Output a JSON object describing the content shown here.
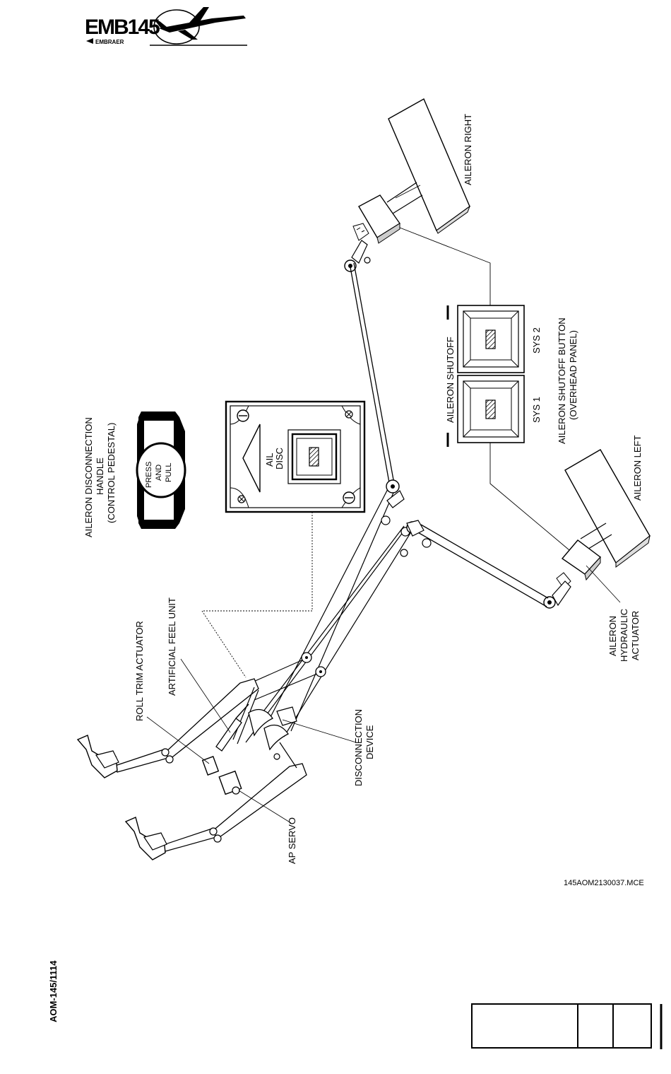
{
  "header": {
    "logo_text": "EMB145",
    "logo_sub": "EMBRAER"
  },
  "footer": {
    "doc_ref": "AOM-145/1114",
    "drawing_id": "145AOM2130037.MCE"
  },
  "labels": {
    "aileron_right": "AILERON  RIGHT",
    "aileron_left": "AILERON  LEFT",
    "hyd_actuator": [
      "AILERON",
      "HYDRAULIC",
      "ACTUATOR"
    ],
    "shutoff_button": [
      "AILERON  SHUTOFF  BUTTON",
      "(OVERHEAD  PANEL)"
    ],
    "disc_handle": [
      "AILERON  DISCONNECTION",
      "HANDLE",
      "(CONTROL  PEDESTAL)"
    ],
    "roll_trim": "ROLL  TRIM  ACTUATOR",
    "artificial_feel": "ARTIFICIAL  FEEL  UNIT",
    "disconnection_device": [
      "DISCONNECTION",
      "DEVICE"
    ],
    "ap_servo": "AP  SERVO"
  },
  "panel": {
    "title": "AILERON  SHUTOFF",
    "sys1": "SYS  1",
    "sys2": "SYS  2"
  },
  "handle": {
    "line1": "PRESS",
    "line2": "AND",
    "line3": "PULL"
  },
  "disc_plate": {
    "line1": "AIL",
    "line2": "DISC"
  }
}
